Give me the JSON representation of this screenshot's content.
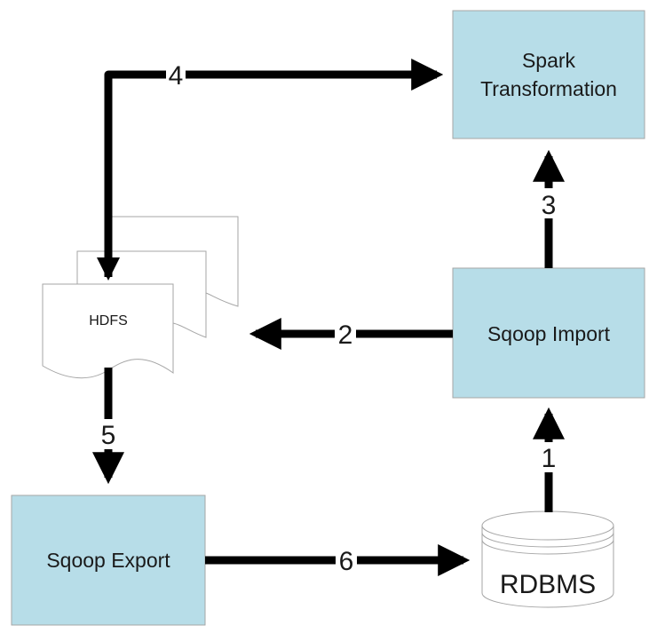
{
  "nodes": {
    "spark": {
      "line1": "Spark",
      "line2": "Transformation"
    },
    "sqoop_import": {
      "label": "Sqoop Import"
    },
    "sqoop_export": {
      "label": "Sqoop Export"
    },
    "hdfs": {
      "label": "HDFS"
    },
    "rdbms": {
      "label": "RDBMS"
    }
  },
  "steps": {
    "s1": "1",
    "s2": "2",
    "s3": "3",
    "s4": "4",
    "s5": "5",
    "s6": "6"
  },
  "colors": {
    "box_fill": "#b7dde8",
    "box_stroke": "#a6a6a6",
    "arrow": "#000000"
  }
}
